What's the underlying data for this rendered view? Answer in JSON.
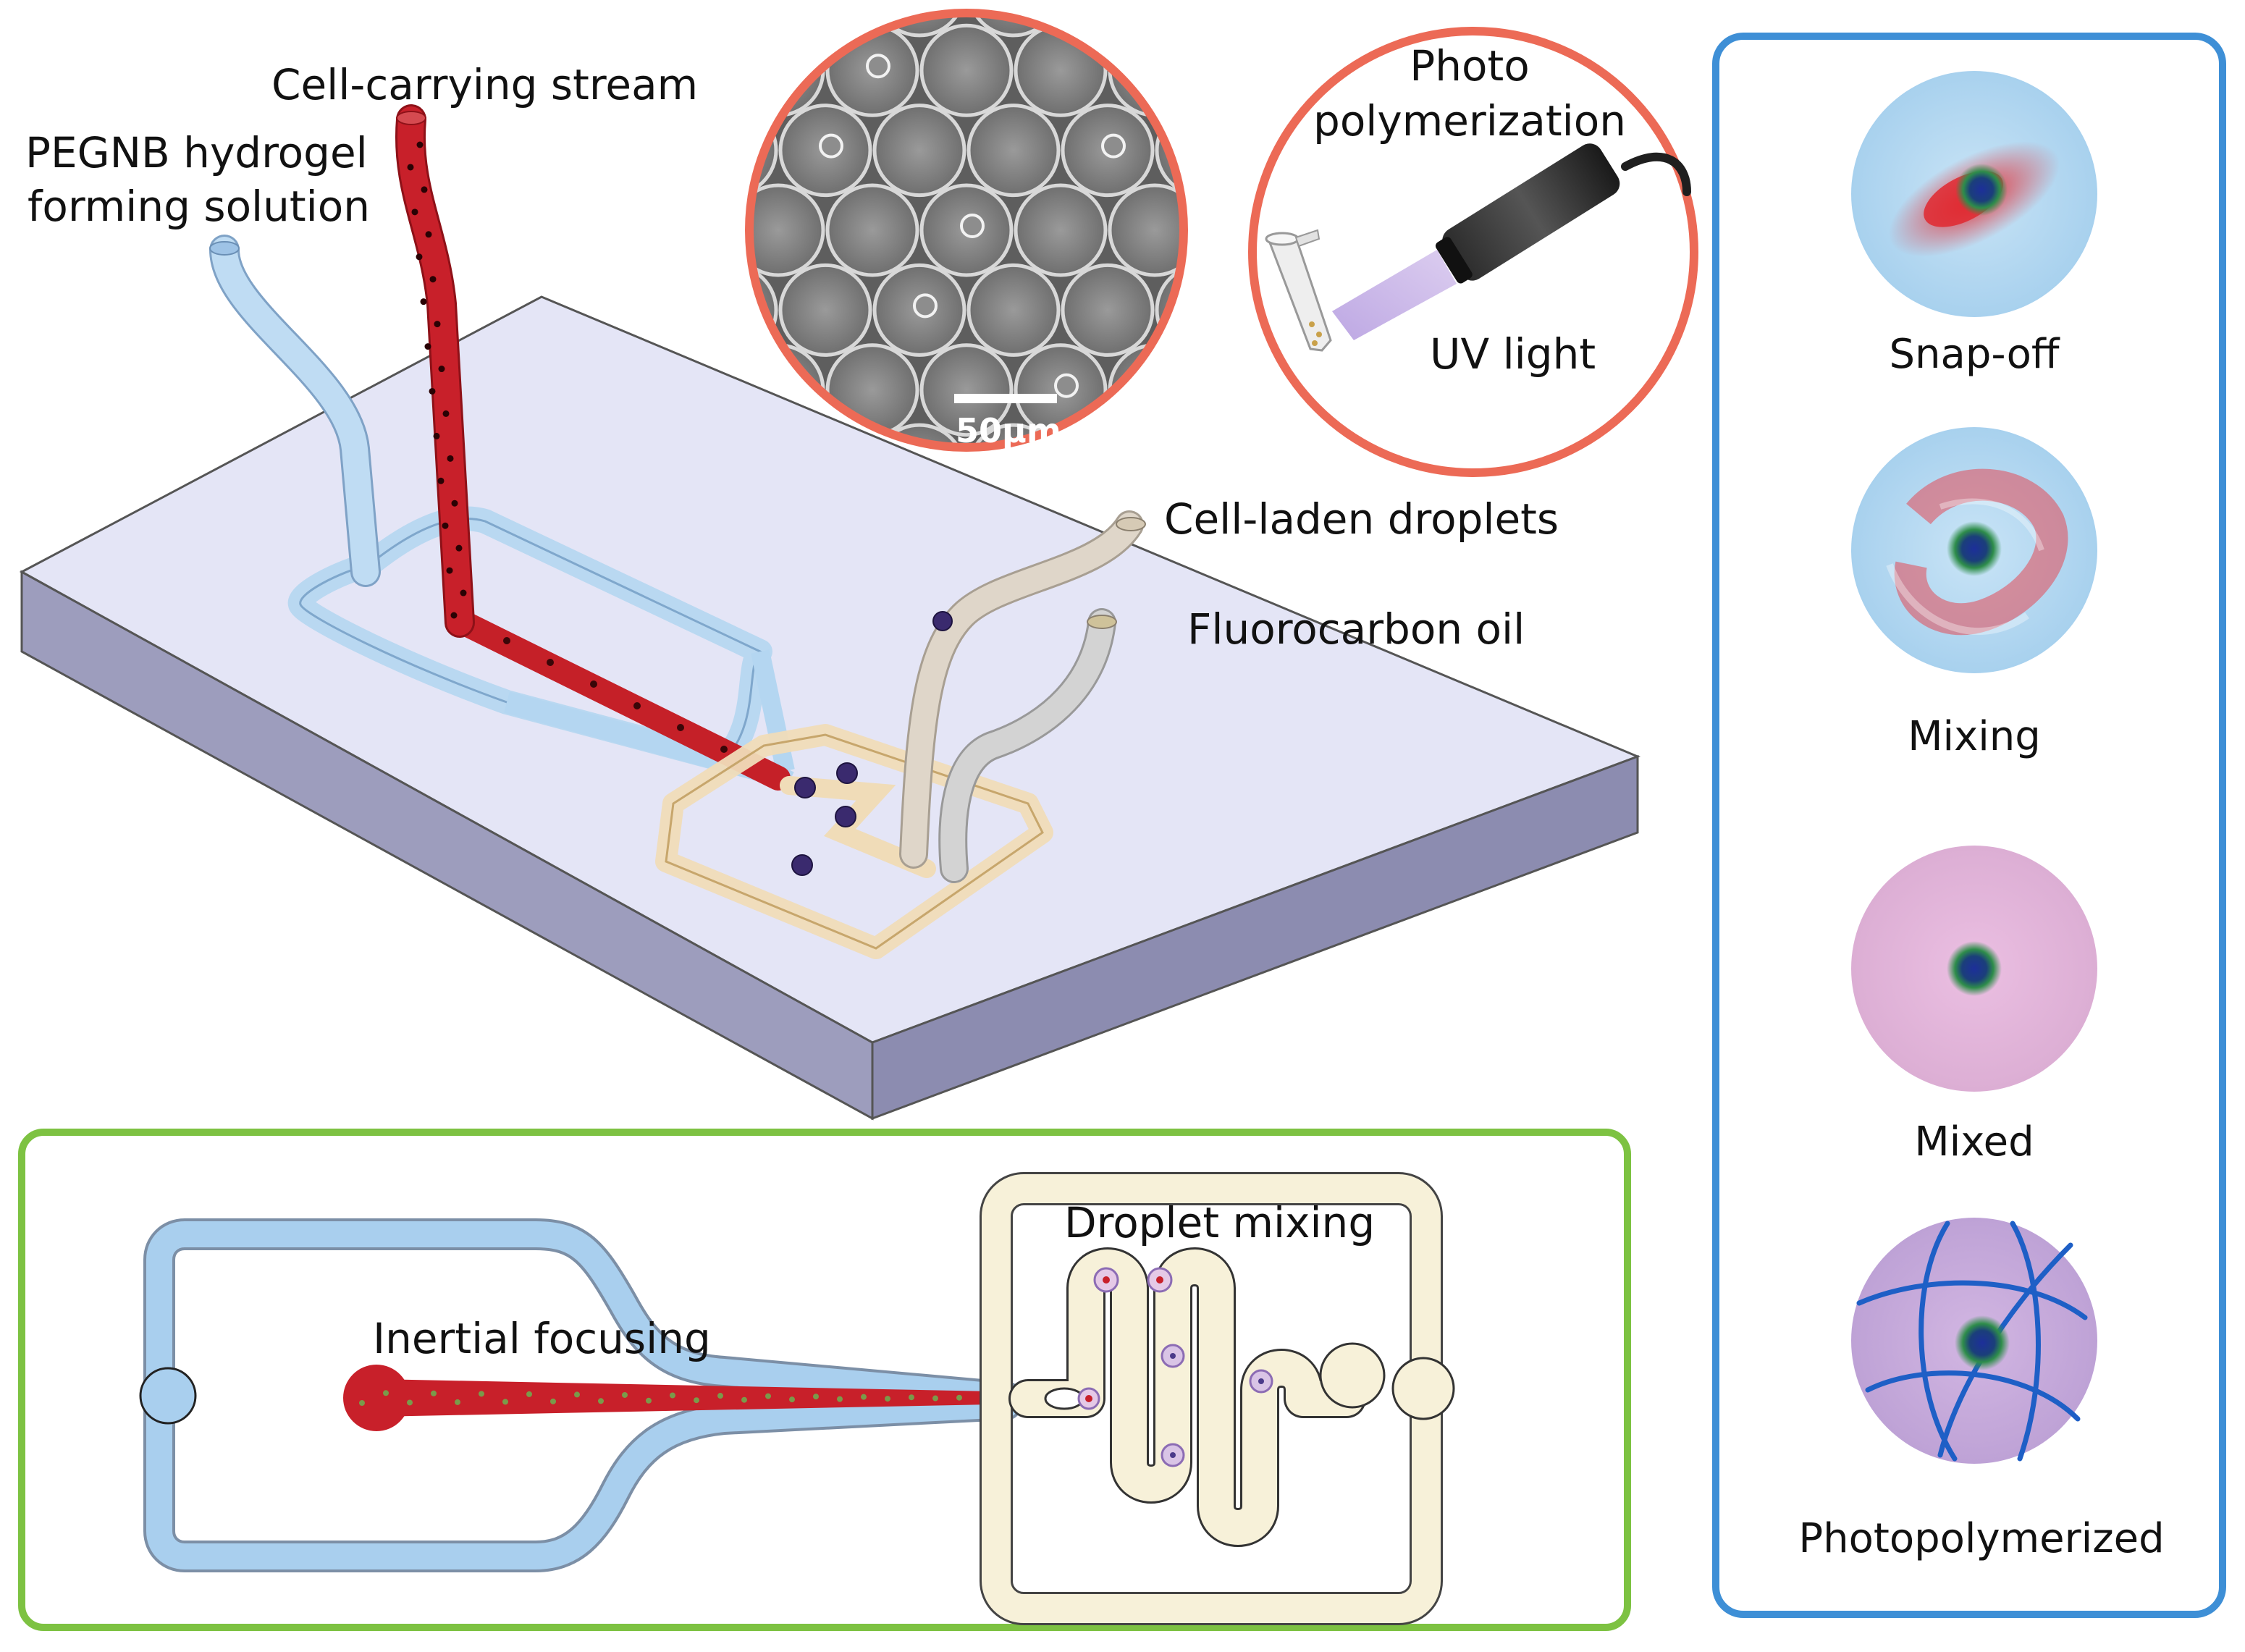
{
  "labels": {
    "cell_stream": "Cell-carrying stream",
    "pegnb_line1": "PEGNB hydrogel",
    "pegnb_line2": "forming solution",
    "photo_line1": "Photo",
    "photo_line2": "polymerization",
    "uv_light": "UV light",
    "scale_bar": "50µm",
    "cell_laden": "Cell-laden droplets",
    "fluorocarbon": "Fluorocarbon oil",
    "inertial_focusing": "Inertial focusing",
    "droplet_mixing": "Droplet mixing"
  },
  "stages": [
    {
      "label": "Snap-off",
      "background": "#b9dbf0"
    },
    {
      "label": "Mixing",
      "background": "#b9dbf0"
    },
    {
      "label": "Mixed",
      "background": "#e2b3d8"
    },
    {
      "label": "Photopolymerized",
      "background": "#c7a9d9"
    }
  ],
  "colors": {
    "chip_base": "#a9a9c6",
    "hydrogel_channel": "#a9cfee",
    "cell_stream": "#c8202a",
    "droplet_chamber": "#f7f1d9",
    "inset_ring": "#ec6a56",
    "stage_panel_border": "#3e8fd6",
    "bottom_panel_border": "#7dc242",
    "crosslink": "#1e5fc6"
  }
}
